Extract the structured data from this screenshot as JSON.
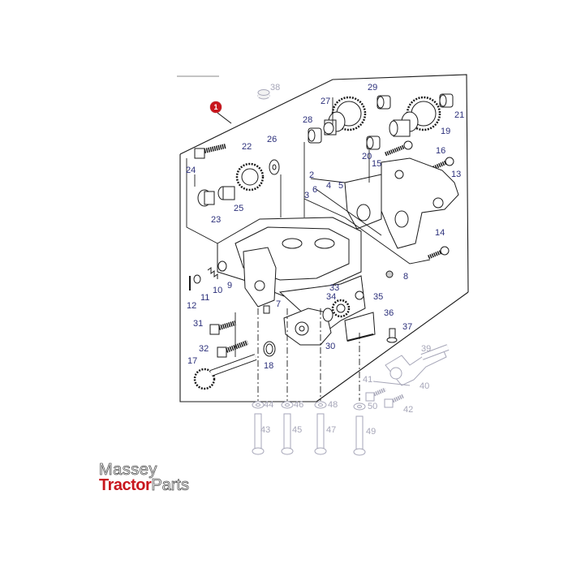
{
  "diagram": {
    "type": "exploded-parts-diagram",
    "assembly_callout": "1",
    "callout_color": "#c8161d",
    "label_color": "#2b2f7a",
    "ghost_label_color": "#a6a6b8",
    "part_labels": {
      "p2": "2",
      "p3": "3",
      "p4": "4",
      "p5": "5",
      "p6": "6",
      "p7": "7",
      "p8": "8",
      "p9": "9",
      "p10": "10",
      "p11": "11",
      "p12": "12",
      "p13": "13",
      "p14": "14",
      "p15": "15",
      "p16": "16",
      "p17": "17",
      "p18": "18",
      "p19": "19",
      "p20": "20",
      "p21": "21",
      "p22": "22",
      "p23": "23",
      "p24": "24",
      "p25": "25",
      "p26": "26",
      "p27": "27",
      "p28": "28",
      "p29": "29",
      "p30": "30",
      "p31": "31",
      "p32": "32",
      "p33": "33",
      "p34": "34",
      "p35": "35",
      "p36": "36",
      "p37": "37"
    },
    "ghost_part_labels": {
      "p38": "38",
      "p39": "39",
      "p40": "40",
      "p41": "41",
      "p42": "42",
      "p43": "43",
      "p44": "44",
      "p45": "45",
      "p46": "46",
      "p47": "47",
      "p48": "48",
      "p49": "49",
      "p50": "50"
    }
  },
  "logo": {
    "line1": "Massey",
    "line2_bold": "Tractor",
    "line2_light": "Parts",
    "brand_color": "#c8161d"
  }
}
